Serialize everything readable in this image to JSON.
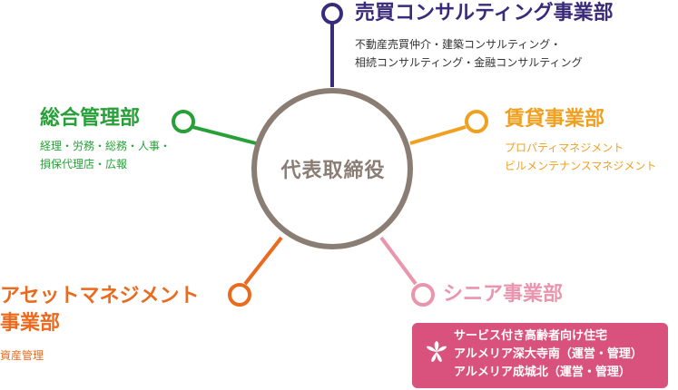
{
  "center": {
    "label": "代表取締役"
  },
  "departments": {
    "sales": {
      "title": "売買コンサルティング事業部",
      "lines": [
        "不動産売買仲介・建築コンサルティング・",
        "相続コンサルティング・金融コンサルティング"
      ]
    },
    "general": {
      "title": "総合管理部",
      "lines": [
        "経理・労務・総務・人事・",
        "損保代理店・広報"
      ]
    },
    "leasing": {
      "title": "賃貸事業部",
      "lines": [
        "プロパティマネジメント",
        "ビルメンテナンスマネジメント"
      ]
    },
    "asset": {
      "title_lines": [
        "アセットマネジメント",
        "事業部"
      ],
      "lines": [
        "資産管理"
      ]
    },
    "senior": {
      "title": "シニア事業部",
      "box_lines": [
        "サービス付き高齢者向け住宅",
        "アルメリア深大寺南（運営・管理）",
        "アルメリア成城北（運営・管理）"
      ]
    }
  },
  "colors": {
    "center": "#8a7d74",
    "sales": "#3a2b7a",
    "general": "#27a038",
    "leasing": "#f0a020",
    "asset": "#ea6a1e",
    "senior": "#e995ae",
    "senior_box": "#d9527d"
  },
  "icons": {
    "senior_box": "flower-icon"
  }
}
